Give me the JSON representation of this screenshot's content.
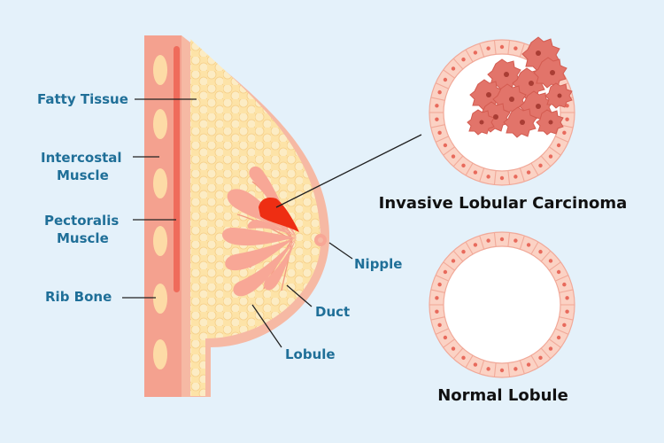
{
  "labels": {
    "fatty_tissue": "Fatty Tissue",
    "intercostal_muscle": [
      "Intercostal",
      "Muscle"
    ],
    "pectoralis_muscle": [
      "Pectoralis",
      "Muscle"
    ],
    "rib_bone": "Rib Bone",
    "nipple": "Nipple",
    "duct": "Duct",
    "lobule": "Lobule"
  },
  "titles": {
    "carcinoma": "Invasive Lobular Carcinoma",
    "normal": "Normal Lobule"
  },
  "colors": {
    "background": "#e4f1fa",
    "label_text": "#1f6f98",
    "title_text": "#111111",
    "skin_outline": "#f6b9a4",
    "fat": "#fde3a7",
    "muscle_strip": "#f4a18f",
    "pectoralis": "#ef6b5b",
    "rib": "#fddba6",
    "lobule": "#f8a796",
    "tumor": "#ee2e13",
    "cell": "#fbd2c4",
    "cell_nucleus": "#e86a5c",
    "cancer_cell": "#e2746a"
  }
}
